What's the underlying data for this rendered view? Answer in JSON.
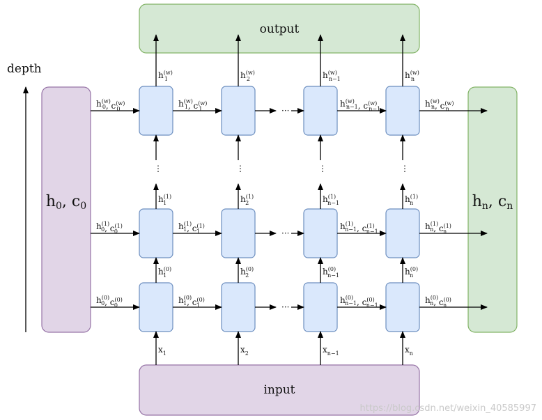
{
  "labels": {
    "output": "output",
    "input": "input",
    "depth": "depth",
    "left_state": "h",
    "left_state_sub": "0",
    "left_state_sep": ", c",
    "left_state_sub2": "0",
    "right_state": "h",
    "right_state_sub": "n",
    "right_state_sep": ", c",
    "right_state_sub2": "n",
    "dots_horizontal": "···",
    "dots_vertical": "⋮",
    "watermark": "https://blog.csdn.net/weixin_40585997"
  },
  "layers": [
    {
      "id": "0",
      "sup": "(0)"
    },
    {
      "id": "1",
      "sup": "(1)"
    },
    {
      "id": "w",
      "sup": "(w)"
    }
  ],
  "timesteps": [
    {
      "sub": "1"
    },
    {
      "sub": "2"
    },
    {
      "sub": "n−1"
    },
    {
      "sub": "n"
    }
  ],
  "colors": {
    "green_fill": "#d5e8d4",
    "green_stroke": "#82b366",
    "purple_fill": "#e1d5e7",
    "purple_stroke": "#9673a6",
    "cell_fill": "#dae8fc",
    "cell_stroke": "#6c8ebf",
    "arrow": "#000000"
  }
}
